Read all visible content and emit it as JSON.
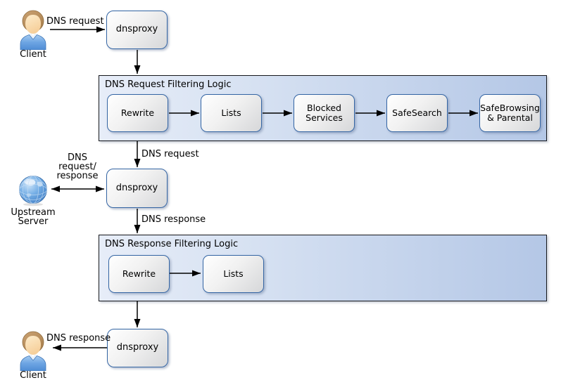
{
  "diagram": {
    "actors": {
      "client_top": {
        "label": "Client"
      },
      "client_bottom": {
        "label": "Client"
      },
      "upstream": {
        "label": "Upstream\nServer"
      }
    },
    "proxies": {
      "proxy1": {
        "label": "dnsproxy"
      },
      "proxy2": {
        "label": "dnsproxy"
      },
      "proxy3": {
        "label": "dnsproxy"
      }
    },
    "edges": {
      "client_to_proxy1": "DNS request",
      "container1_to_proxy2": "DNS request",
      "upstream_proxy2": "DNS\nrequest/\nresponse",
      "proxy2_to_container2": "DNS response",
      "proxy3_to_client": "DNS response"
    },
    "request_filter": {
      "title": "DNS Request Filtering Logic",
      "boxes": [
        {
          "label": "Rewrite"
        },
        {
          "label": "Lists"
        },
        {
          "label": "Blocked Services"
        },
        {
          "label": "SafeSearch"
        },
        {
          "label": "SafeBrowsing & Parental"
        }
      ]
    },
    "response_filter": {
      "title": "DNS Response Filtering Logic",
      "boxes": [
        {
          "label": "Rewrite"
        },
        {
          "label": "Lists"
        }
      ]
    },
    "colors": {
      "node_border": "#3465a4",
      "container_border": "#16181d",
      "container_bg_left": "#e7edf8",
      "container_bg_right": "#b4c7e6",
      "arrow": "#000000",
      "globe_blue": "#4a8fd4",
      "shirt_blue": "#66a3e0",
      "hair_brown": "#b78d5c"
    }
  }
}
